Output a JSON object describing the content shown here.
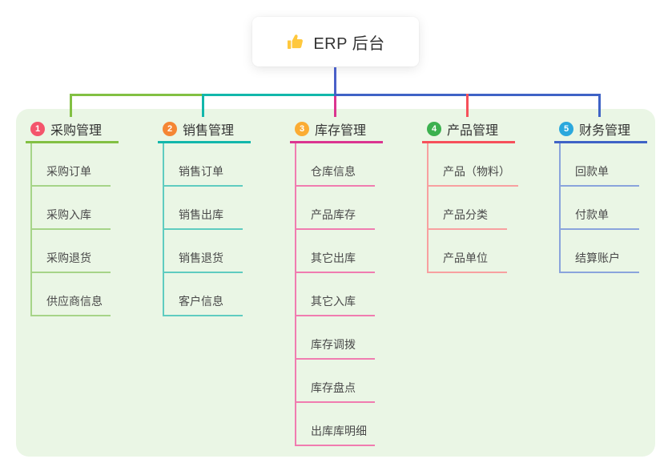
{
  "root": {
    "icon": "thumbs-up",
    "title": "ERP 后台"
  },
  "branches": [
    {
      "num": "1",
      "label": "采购管理",
      "badge_color": "#F4556C",
      "line_color": "#82C043",
      "child_line_color": "#A6D488",
      "children": [
        "采购订单",
        "采购入库",
        "采购退货",
        "供应商信息"
      ]
    },
    {
      "num": "2",
      "label": "销售管理",
      "badge_color": "#F58634",
      "line_color": "#12B7AB",
      "child_line_color": "#5FCCC0",
      "children": [
        "销售订单",
        "销售出库",
        "销售退货",
        "客户信息"
      ]
    },
    {
      "num": "3",
      "label": "库存管理",
      "badge_color": "#FBAC33",
      "line_color": "#DB3590",
      "child_line_color": "#F07CB0",
      "children": [
        "仓库信息",
        "产品库存",
        "其它出库",
        "其它入库",
        "库存调拨",
        "库存盘点",
        "出库库明细"
      ]
    },
    {
      "num": "4",
      "label": "产品管理",
      "badge_color": "#3CB14F",
      "line_color": "#F6505A",
      "child_line_color": "#F8A0A0",
      "children": [
        "产品（物料）",
        "产品分类",
        "产品单位"
      ]
    },
    {
      "num": "5",
      "label": "财务管理",
      "badge_color": "#2BA8DD",
      "line_color": "#3F63C6",
      "child_line_color": "#8AA4DC",
      "children": [
        "回款单",
        "付款单",
        "结算账户"
      ]
    }
  ],
  "colors": {
    "panel_bg": "#EAF6E5",
    "trunk": "#4A60C8",
    "header_text": "#333333",
    "child_text": "#4A4A4A",
    "icon_color": "#FFC83D"
  }
}
